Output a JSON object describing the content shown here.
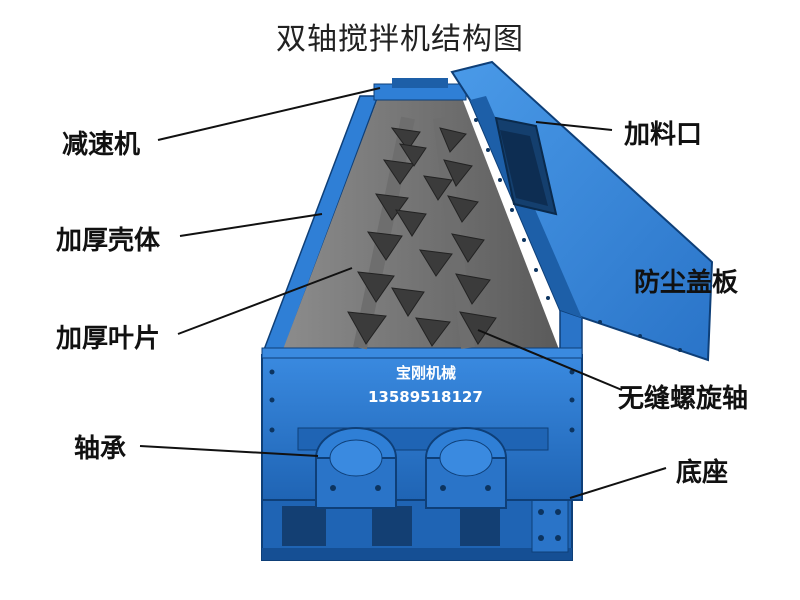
{
  "title": "双轴搅拌机结构图",
  "brand": {
    "name": "宝刚机械",
    "phone": "13589518127"
  },
  "labels": {
    "reducer": "减速机",
    "shell": "加厚壳体",
    "blades": "加厚叶片",
    "bearing": "轴承",
    "inlet": "加料口",
    "cover": "防尘盖板",
    "shaft": "无缝螺旋轴",
    "base": "底座"
  },
  "colors": {
    "machine_blue": "#2f7fd6",
    "machine_dark": "#1d5fa8",
    "interior": "#4a4a4a"
  }
}
